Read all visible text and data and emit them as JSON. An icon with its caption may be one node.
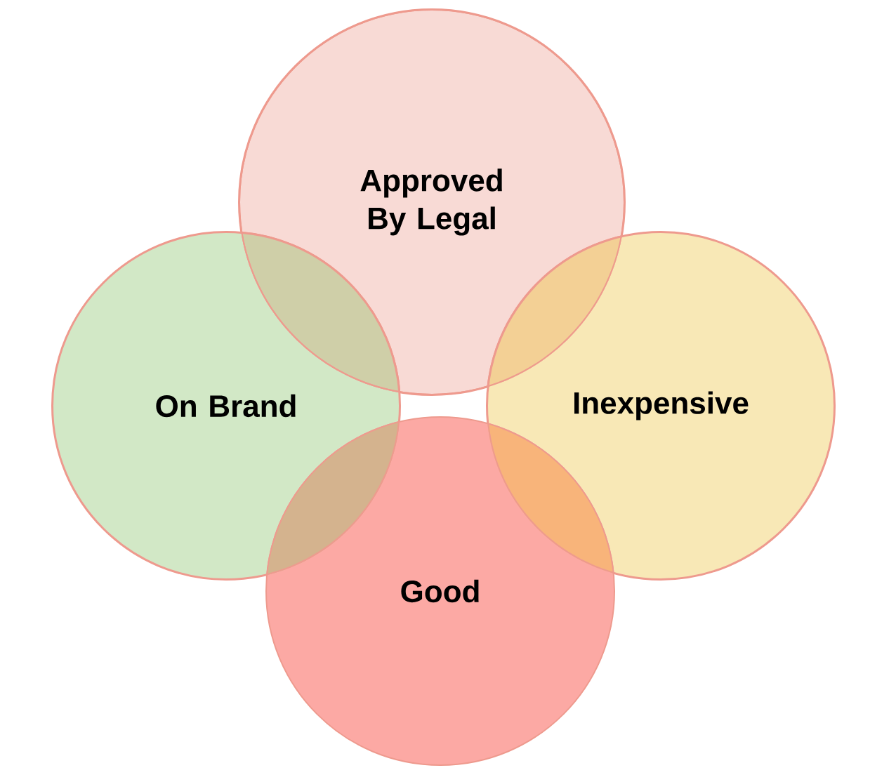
{
  "diagram": {
    "nodes": [
      {
        "text": [
          "Approved By Legal"
        ]
      },
      {
        "text": [
          "On Brand"
        ]
      },
      {
        "text": [
          "Inexpensive"
        ]
      },
      {
        "text": [
          "Good"
        ]
      }
    ]
  }
}
